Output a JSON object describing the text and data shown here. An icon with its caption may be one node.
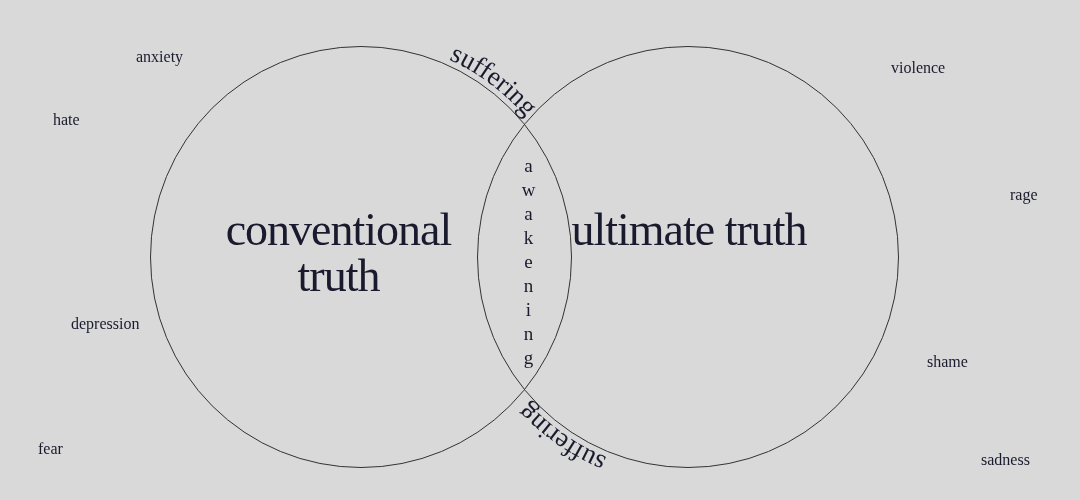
{
  "diagram": {
    "nodes": [
      {
        "text": [
          "conventional truth"
        ]
      },
      {
        "text": [
          "ultimate truth"
        ]
      }
    ],
    "edges": [],
    "labels": [
      "anxiety",
      "violence",
      "suffering",
      "hate",
      "rage",
      "awakening",
      "depression",
      "shame",
      "suffering",
      "fear",
      "sadness"
    ]
  }
}
